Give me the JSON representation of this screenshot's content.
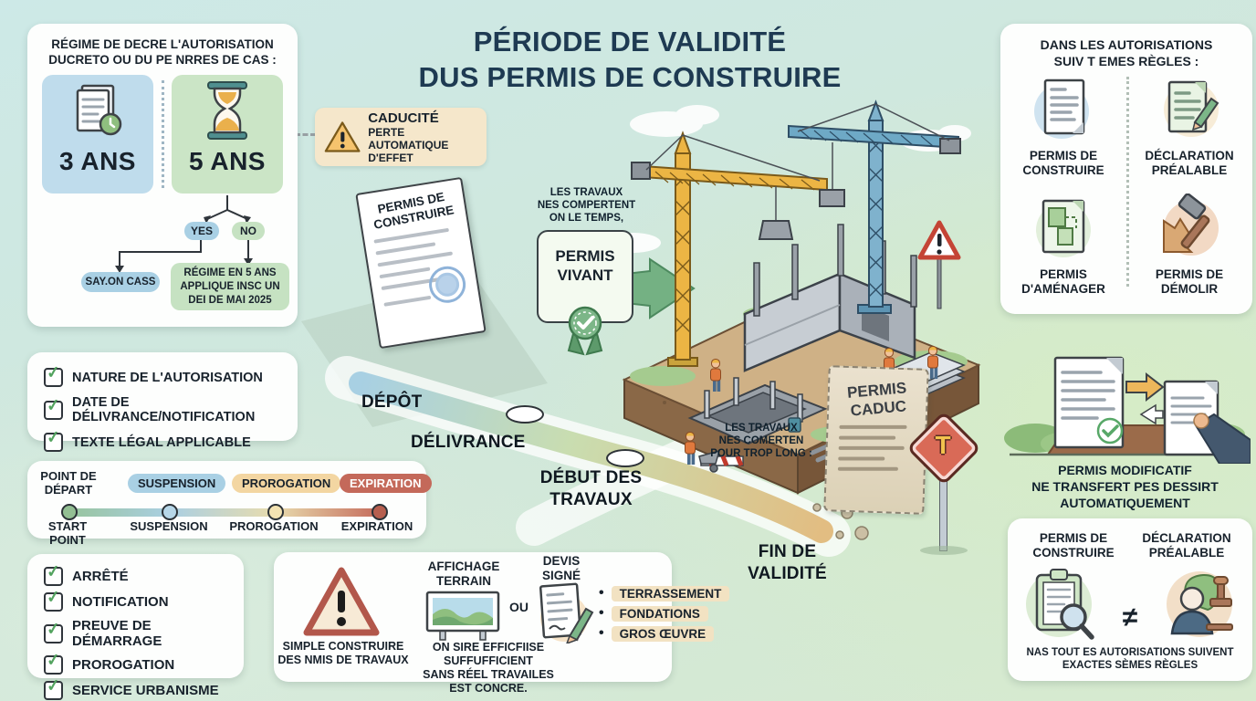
{
  "title": {
    "line1": "PÉRIODE DE VALIDITÉ",
    "line2": "DUS PERMIS DE CONSTRUIRE"
  },
  "colors": {
    "navy": "#1e3a52",
    "green_accent": "#74b183",
    "red_accent": "#c26a55",
    "tan_pill": "#f2e2c2"
  },
  "regime": {
    "heading1": "RÉGIME DE DECRE L'AUTORISATION",
    "heading2": "DUCRETO OU DU PE NRRES DE CAS :",
    "opt3": "3 ANS",
    "opt5": "5 ANS",
    "yes": "YES",
    "no": "NO",
    "yes_result": "SAY.ON CASS",
    "no_result1": "RÉGIME EN 5 ANS",
    "no_result2": "APPLIQUE INSC UN",
    "no_result3": "DEI DE MAI 2025"
  },
  "caducite": {
    "title": "CADUCITÉ",
    "sub1": "PERTE AUTOMATIQUE",
    "sub2": "D'EFFET"
  },
  "authorizations": {
    "heading1": "DANS LES AUTORISATIONS",
    "heading2": "SUIV T EMES RÈGLES :",
    "items": [
      {
        "l1": "PERMIS DE",
        "l2": "CONSTRUIRE"
      },
      {
        "l1": "DÉCLARATION",
        "l2": "PRÉALABLE"
      },
      {
        "l1": "PERMIS",
        "l2": "D'AMÉNAGER"
      },
      {
        "l1": "PERMIS DE",
        "l2": "DÉMOLIR"
      }
    ]
  },
  "permit_doc": {
    "l1": "PERMIS DE",
    "l2": "CONSTRUIRE"
  },
  "vivant": {
    "note1": "LES TRAVAUX",
    "note2": "NES COMPERTENT",
    "note3": "ON LE TEMPS,",
    "l1": "PERMIS",
    "l2": "VIVANT"
  },
  "route": {
    "depot": "DÉPÔT",
    "delivrance": "DÉLIVRANCE",
    "debut1": "DÉBUT DES",
    "debut2": "TRAVAUX",
    "fin1": "FIN DE",
    "fin2": "VALIDITÉ"
  },
  "caduc": {
    "note1": "LES TRAVAUX",
    "note2": "NES COMERTEN",
    "note3": "POUR TROP LONG :",
    "l1": "PERMIS",
    "l2": "CADUC",
    "sign_letter": "T"
  },
  "checklist1": [
    "NATURE DE L'AUTORISATION",
    "DATE DE DÉLIVRANCE/NOTIFICATION",
    "TEXTE LÉGAL APPLICABLE"
  ],
  "legend": {
    "top0a": "POINT DE",
    "top0b": "DÉPART",
    "top1": "SUSPENSION",
    "top2": "PROROGATION",
    "top3": "EXPIRATION",
    "bot0": "START POINT",
    "bot1": "SUSPENSION",
    "bot2": "PROROGATION",
    "bot3": "EXPIRATION"
  },
  "checklist2": [
    "ARRÊTÉ",
    "NOTIFICATION",
    "PREUVE DE DÉMARRAGE",
    "PROROGATION",
    "SERVICE URBANISME"
  ],
  "notice": {
    "warn1": "SIMPLE CONSTRUIRE",
    "warn2": "DES NMIS DE TRAVAUX",
    "aff1": "AFFICHAGE",
    "aff2": "TERRAIN",
    "ou": "OU",
    "devis1": "DEVIS",
    "devis2": "SIGNÉ",
    "foot1": "ON SIRE EFFICFIISE SUFFUFFICIENT",
    "foot2": "SANS RÉEL TRAVAILES EST CONCRE."
  },
  "works": [
    "TERRASSEMENT",
    "FONDATIONS",
    "GROS ŒUVRE"
  ],
  "modificatif": {
    "l1": "PERMIS MODIFICATIF",
    "l2": "NE TRANSFERT PES DESSIRT",
    "l3": "AUTOMATIQUEMENT"
  },
  "comparison": {
    "left1": "PERMIS DE",
    "left2": "CONSTRUIRE",
    "neq": "≠",
    "right1": "DÉCLARATION",
    "right2": "PRÉALABLE",
    "foot1": "NAS TOUT ES AUTORISATIONS SUIVENT",
    "foot2": "EXACTES SÈMES RÈGLES"
  }
}
